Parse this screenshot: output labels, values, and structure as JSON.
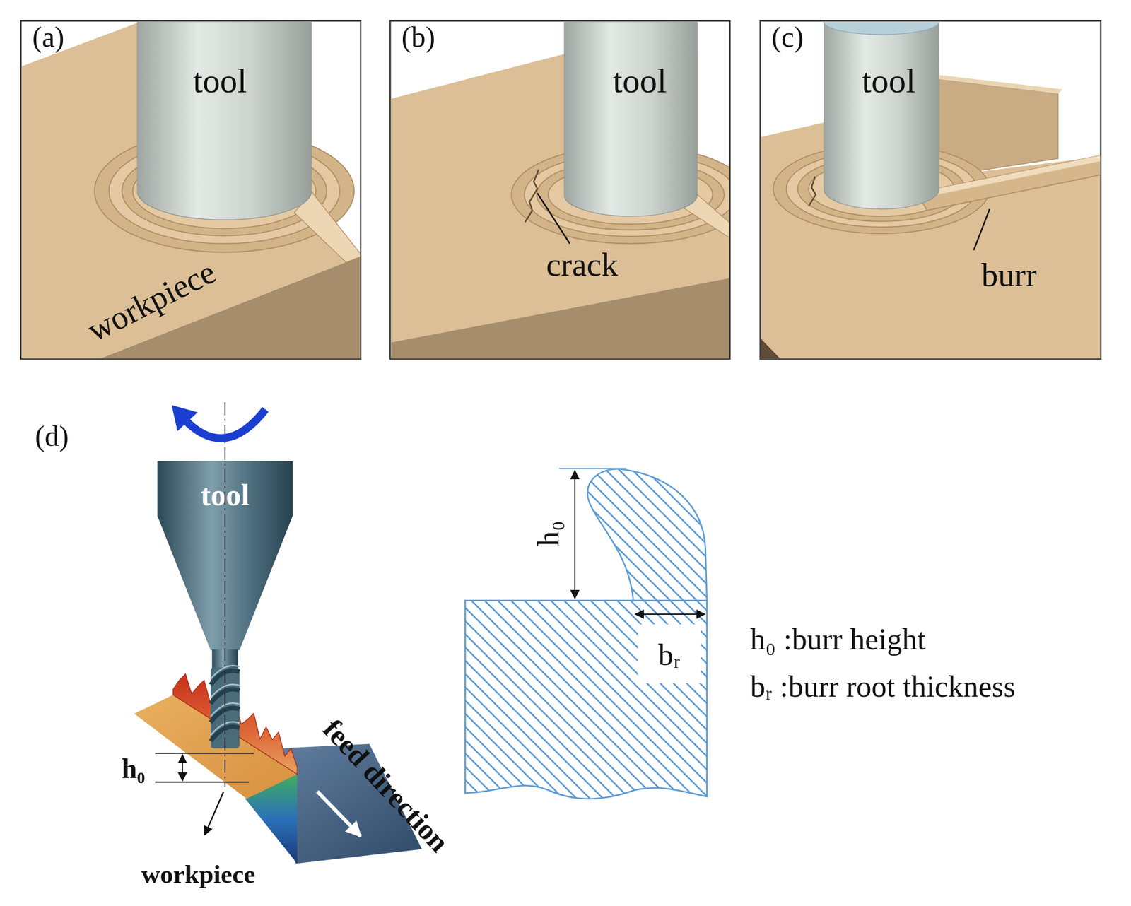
{
  "diagram": {
    "nodes": [
      {
        "text": [
          "(a)",
          "workpiece"
        ]
      },
      {
        "text": [
          "tool"
        ],
        "in": 0
      },
      {
        "text": [
          "(b)",
          "crack"
        ]
      },
      {
        "text": [
          "tool"
        ],
        "in": 2
      },
      {
        "text": [
          "(c)",
          "burr"
        ]
      },
      {
        "text": [
          "tool"
        ],
        "in": 4
      },
      {
        "text": [
          "tool"
        ]
      }
    ],
    "labels": [
      "(d)",
      "h₀",
      "feed direction",
      "workpiece",
      "h₀",
      "bᵣ",
      "h₀ :burr height",
      "bᵣ :burr root thickness"
    ]
  }
}
